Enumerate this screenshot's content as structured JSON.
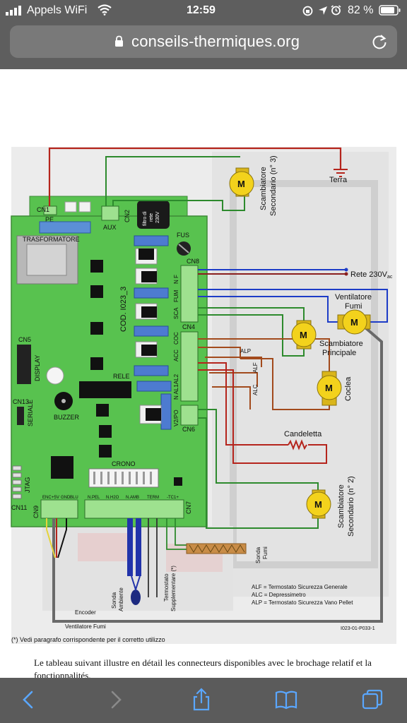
{
  "status": {
    "carrier": "Appels WiFi",
    "time": "12:59",
    "battery": "82 %"
  },
  "browser": {
    "url": "conseils-thermiques.org"
  },
  "diagram": {
    "board_code": "COD. I023_3",
    "filter": [
      "filtro di",
      "rete",
      "230V"
    ],
    "labels": {
      "cn1": "CN1",
      "pe": "PE",
      "aux": "AUX",
      "cn2": "CN2",
      "trasformatore": "TRASFORMATORE",
      "fus": "FUS",
      "cn8": "CN8",
      "n": "N",
      "f": "F",
      "fum": "FUM",
      "sca": "SCA",
      "cn4": "CN4",
      "coc": "COC",
      "acc": "ACC",
      "al1al2": "N AL1AL2",
      "v2po": "V2/PO",
      "cn6": "CN6",
      "cn5": "CN5",
      "display": "DISPLAY",
      "rele": "RELE",
      "cn13": "CN13",
      "seriale": "SERIALE",
      "buzzer": "BUZZER",
      "crono": "CRONO",
      "jtag": "JTAG",
      "cn11": "CN11",
      "cn9": "CN9",
      "cn7": "CN7",
      "enc": "ENC",
      "plus5v": "+5V",
      "gnd": "GND",
      "blu": "BLU",
      "npel": "N.PEL",
      "nh2o": "N.H2O",
      "namb": "N.AMB",
      "term": "TERM",
      "tc1": "-TC1+",
      "alp": "ALP",
      "alf": "ALF",
      "alc": "ALC",
      "terra": "Terra",
      "rete": "Rete 230V",
      "rete_sub": "ac",
      "ventilatore_fumi": [
        "Ventilatore",
        "Fumi"
      ],
      "scamb_principale": [
        "Scambiatore",
        "Principale"
      ],
      "coclea": "Coclea",
      "candeletta": "Candeletta",
      "scamb_sec3": [
        "Scambiatore",
        "Secondario (n° 3)"
      ],
      "scamb_sec2": [
        "Scambiatore",
        "Secondario (n° 2)"
      ],
      "sonda_fumi": [
        "Sonda",
        "Fumi"
      ],
      "sonda_ambiente": [
        "Sonda",
        "Ambiente"
      ],
      "termostato": [
        "Termostato",
        "Supplementare (*)"
      ],
      "encoder": "Encoder",
      "vent_fumi_bottom": "Ventilatore Fumi",
      "motor": "M"
    },
    "legend": [
      "ALF = Termostato Sicurezza Generale",
      "ALC = Depressimetro",
      "ALP = Termostato Sicurezza Vano Pellet"
    ],
    "ref_code": "I023-01-P033-1",
    "footnote": "(*) Vedi paragrafo corrispondente per il corretto utilizzo"
  },
  "article": {
    "paragraph": "Le tableau suivant illustre en détail les connecteurs disponibles avec le brochage relatif et la fonctionnalités."
  },
  "colors": {
    "board": "#58c24f",
    "wire_red": "#b5241c",
    "wire_blue": "#1d3cc7",
    "wire_brown": "#a24a1c",
    "wire_green": "#2d8a2d",
    "wire_gray": "#6a6a6a",
    "motor": "#f3d21c"
  }
}
